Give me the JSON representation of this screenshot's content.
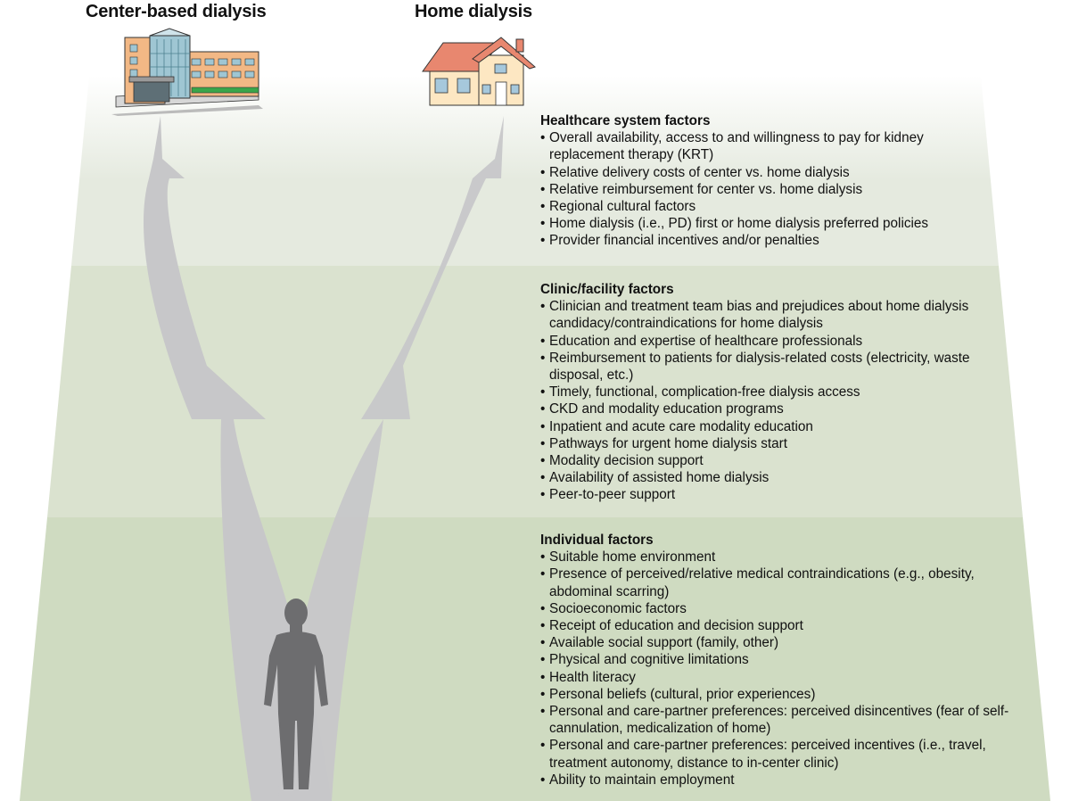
{
  "titles": {
    "center": "Center-based dialysis",
    "home": "Home dialysis"
  },
  "colors": {
    "band_top": "#e5eadf",
    "band_mid": "#dae2cf",
    "band_bottom": "#cfdbc1",
    "arrow": "#c7c7c9",
    "person": "#6d6d6f"
  },
  "sections": {
    "healthcare": {
      "heading": "Healthcare system factors",
      "items": [
        "Overall availability, access to and willingness to pay for kidney replacement therapy (KRT)",
        "Relative delivery costs of center vs. home dialysis",
        "Relative reimbursement for center vs. home dialysis",
        "Regional cultural factors",
        "Home dialysis (i.e., PD) first or home dialysis preferred policies",
        "Provider financial incentives and/or penalties"
      ]
    },
    "clinic": {
      "heading": "Clinic/facility factors",
      "items": [
        "Clinician and treatment team bias and prejudices about home dialysis candidacy/contraindications for home dialysis",
        "Education and expertise of healthcare professionals",
        "Reimbursement to patients for dialysis-related costs (electricity, waste disposal, etc.)",
        "Timely, functional, complication-free dialysis access",
        "CKD and modality education programs",
        "Inpatient and acute care modality education",
        "Pathways for urgent home dialysis start",
        "Modality decision support",
        "Availability of assisted home dialysis",
        "Peer-to-peer support"
      ]
    },
    "individual": {
      "heading": "Individual factors",
      "items": [
        "Suitable home environment",
        "Presence of perceived/relative medical contraindications (e.g., obesity, abdominal scarring)",
        "Socioeconomic factors",
        "Receipt of education and decision support",
        "Available social support (family, other)",
        "Physical and cognitive limitations",
        "Health literacy",
        "Personal beliefs (cultural, prior experiences)",
        "Personal and care-partner preferences: perceived disincentives (fear of self-cannulation, medicalization of home)",
        "Personal and care-partner preferences: perceived incentives (i.e., travel, treatment autonomy, distance to in-center clinic)",
        "Ability to maintain employment"
      ]
    }
  }
}
